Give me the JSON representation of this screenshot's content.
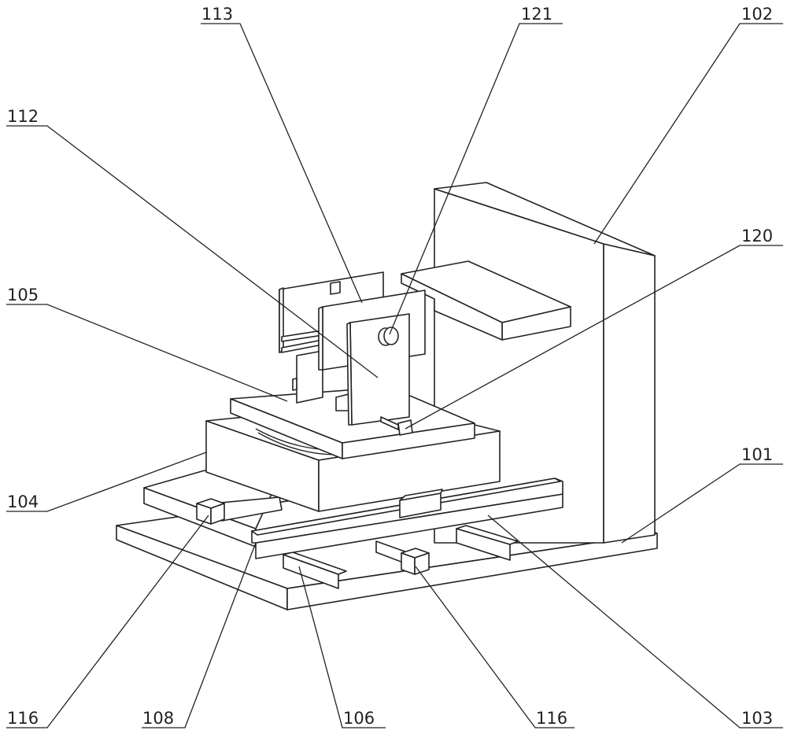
{
  "figure": {
    "labels": {
      "l113": "113",
      "l121": "121",
      "l102": "102",
      "l112": "112",
      "l120": "120",
      "l105": "105",
      "l101": "101",
      "l104": "104",
      "l116a": "116",
      "l108": "108",
      "l106": "106",
      "l116b": "116",
      "l103": "103"
    }
  }
}
